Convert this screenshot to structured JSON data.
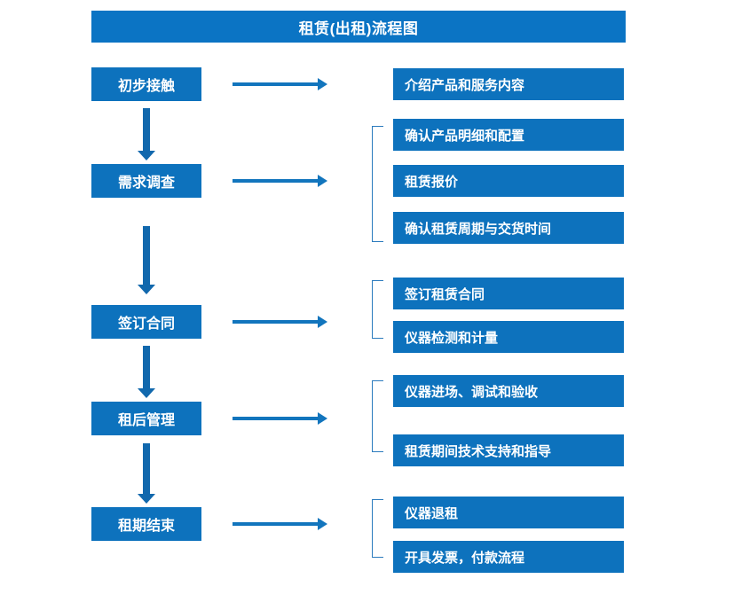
{
  "diagram": {
    "title": "租赁(出租)流程图",
    "colors": {
      "title_bar": "#0b74c4",
      "node_fill": "#0d72bd",
      "arrow": "#1168ad",
      "bracket": "#2b7bbd",
      "node_text": "#ffffff",
      "background": "#ffffff"
    },
    "stages": [
      {
        "id": "stage-initial-contact",
        "label": "初步接触",
        "outputs": [
          {
            "id": "out-introduce-products",
            "label": "介绍产品和服务内容"
          }
        ]
      },
      {
        "id": "stage-needs-survey",
        "label": "需求调查",
        "outputs": [
          {
            "id": "out-confirm-product-details",
            "label": "确认产品明细和配置"
          },
          {
            "id": "out-rental-quotation",
            "label": "租赁报价"
          },
          {
            "id": "out-confirm-period-delivery",
            "label": "确认租赁周期与交货时间"
          }
        ]
      },
      {
        "id": "stage-sign-contract",
        "label": "签订合同",
        "outputs": [
          {
            "id": "out-sign-rental-contract",
            "label": "签订租赁合同"
          },
          {
            "id": "out-instrument-inspection",
            "label": "仪器检测和计量"
          }
        ]
      },
      {
        "id": "stage-post-rental-management",
        "label": "租后管理",
        "outputs": [
          {
            "id": "out-instrument-entry-commission",
            "label": "仪器进场、调试和验收"
          },
          {
            "id": "out-technical-support",
            "label": "租赁期间技术支持和指导"
          }
        ]
      },
      {
        "id": "stage-rental-end",
        "label": "租期结束",
        "outputs": [
          {
            "id": "out-instrument-return",
            "label": "仪器退租"
          },
          {
            "id": "out-invoice-payment",
            "label": "开具发票，付款流程"
          }
        ]
      }
    ]
  }
}
